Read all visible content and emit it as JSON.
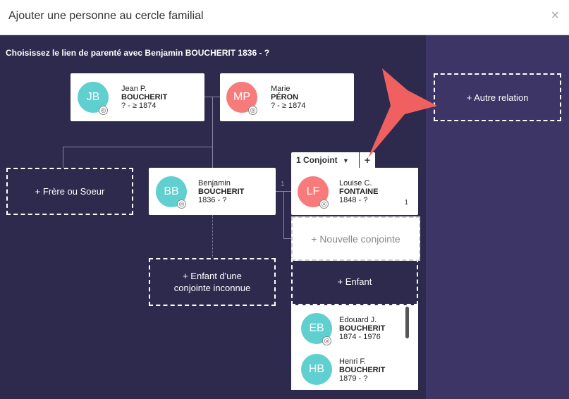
{
  "header": {
    "title": "Ajouter une personne au cercle familial",
    "close_label": "×"
  },
  "question": "Choisissez le lien de parenté avec Benjamin BOUCHERIT 1836 - ?",
  "father": {
    "initials": "JB",
    "first": "Jean P.",
    "last": "BOUCHERIT",
    "dates": "? - ≥ 1874"
  },
  "mother": {
    "initials": "MP",
    "first": "Marie",
    "last": "PÉRON",
    "dates": "? - ≥ 1874"
  },
  "self": {
    "initials": "BB",
    "first": "Benjamin",
    "last": "BOUCHERIT",
    "dates": "1836 - ?"
  },
  "spouse": {
    "initials": "LF",
    "first": "Louise C.",
    "last": "FONTAINE",
    "dates": "1848 - ?",
    "number": "1"
  },
  "union_number": "1",
  "conjoint_tab": {
    "label": "1 Conjoint",
    "plus": "+"
  },
  "actions": {
    "sibling": "+ Frère ou Soeur",
    "child_unknown": "+ Enfant d'une conjointe inconnue",
    "new_spouse": "+ Nouvelle conjointe",
    "child": "+ Enfant",
    "other_relation": "+ Autre relation"
  },
  "children": [
    {
      "initials": "EB",
      "first": "Edouard J.",
      "last": "BOUCHERIT",
      "dates": "1874 - 1976"
    },
    {
      "initials": "HB",
      "first": "Henri F.",
      "last": "BOUCHERIT",
      "dates": "1879 - ?"
    }
  ],
  "colors": {
    "background": "#2d2a4e",
    "right_panel": "#3c3566",
    "teal": "#5fcfcf",
    "pink": "#f77b7b",
    "arrow": "#f06060"
  }
}
